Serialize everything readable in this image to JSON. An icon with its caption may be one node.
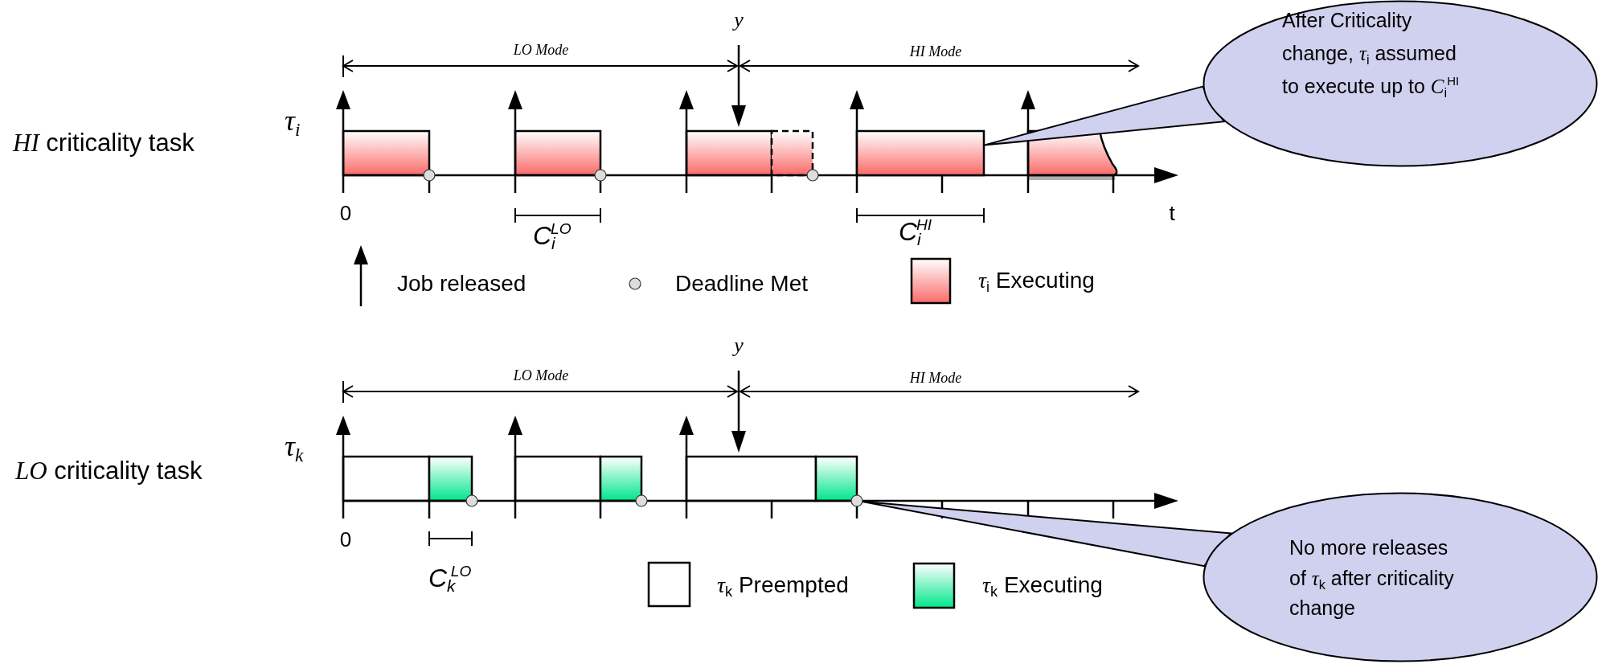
{
  "diagram": {
    "nodes": [
      {
        "text": [
          "After Criticality change, *τ*$_{i}$ assumed to execute up to *C*$_{i}$$^{HI}$"
        ]
      },
      {
        "text": [],
        "shape": "box"
      },
      {
        "text": [
          "No more releases of *τ*$_{k}$ after criticality change"
        ]
      },
      {
        "text": [],
        "shape": "circle"
      }
    ],
    "edges": [
      {
        "from": 0,
        "to": 1,
        "arrow": "none"
      },
      {
        "from": 2,
        "to": 3,
        "arrow": "none"
      }
    ],
    "labels": [
      "y",
      "LO Mode",
      "HI Mode",
      "τ$_{i}$",
      "*HI* criticality task",
      "0",
      "C$_{i}$$^{LO}$",
      "C$_{i}$$^{HI}$",
      "t",
      "y",
      "LO Mode",
      "HI Mode",
      "τ$_{k}$",
      "*LO* criticality task",
      "0",
      "C$_{k}$$^{LO}$"
    ],
    "legend": [
      {
        "text": "Job released"
      },
      {
        "text": "Deadline Met"
      },
      {
        "text": "*τ*$_{i}$ Executing"
      },
      {
        "text": "*τ*$_{k}$ Preempted",
        "color": "#ffffff"
      },
      {
        "text": "*τ*$_{k}$ Executing"
      }
    ]
  }
}
